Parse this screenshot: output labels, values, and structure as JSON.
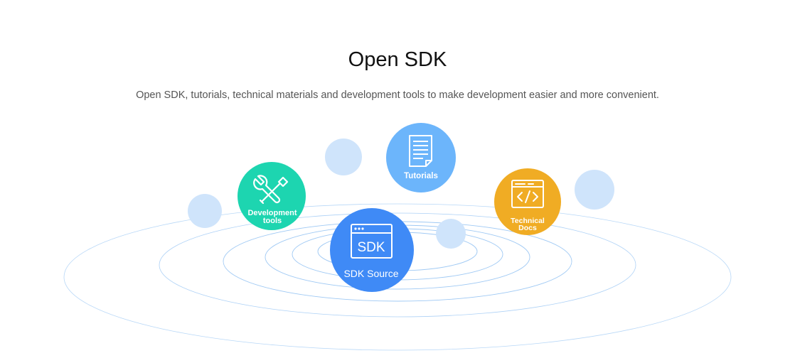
{
  "header": {
    "title": "Open SDK",
    "subtitle": "Open SDK, tutorials, technical materials and development tools to make development easier and more convenient."
  },
  "items": {
    "development_tools": {
      "line1": "Development",
      "line2": "tools",
      "color": "#1dd5b0",
      "icon": "tools-icon"
    },
    "tutorials": {
      "label": "Tutorials",
      "color": "#6cb5fb",
      "icon": "document-icon"
    },
    "sdk_source": {
      "label": "SDK Source",
      "icon_text": "SDK",
      "color": "#3f8af6",
      "icon": "window-icon"
    },
    "technical_docs": {
      "line1": "Technical",
      "line2": "Docs",
      "color": "#f0ac24",
      "icon": "code-window-icon"
    }
  },
  "colors": {
    "ring_stroke": "#9fc9f4",
    "decor_bubble": "#cfe4fb"
  }
}
